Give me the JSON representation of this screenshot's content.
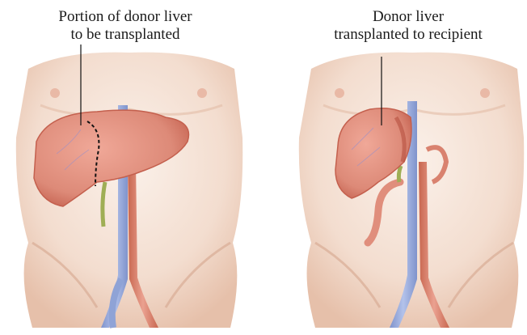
{
  "panels": [
    {
      "id": "before",
      "caption_lines": [
        "Portion of donor liver",
        "to be transplanted"
      ]
    },
    {
      "id": "after",
      "caption_lines": [
        "Donor liver",
        "transplanted to recipient"
      ]
    }
  ],
  "colors": {
    "skin_light": "#f6e6da",
    "skin_shadow": "#e7c3ad",
    "liver": "#dd8a78",
    "liver_dark": "#c4604e",
    "vein": "#8fa3d6",
    "artery": "#d9826f",
    "bile": "#9fae55",
    "cut_line": "#111111"
  }
}
